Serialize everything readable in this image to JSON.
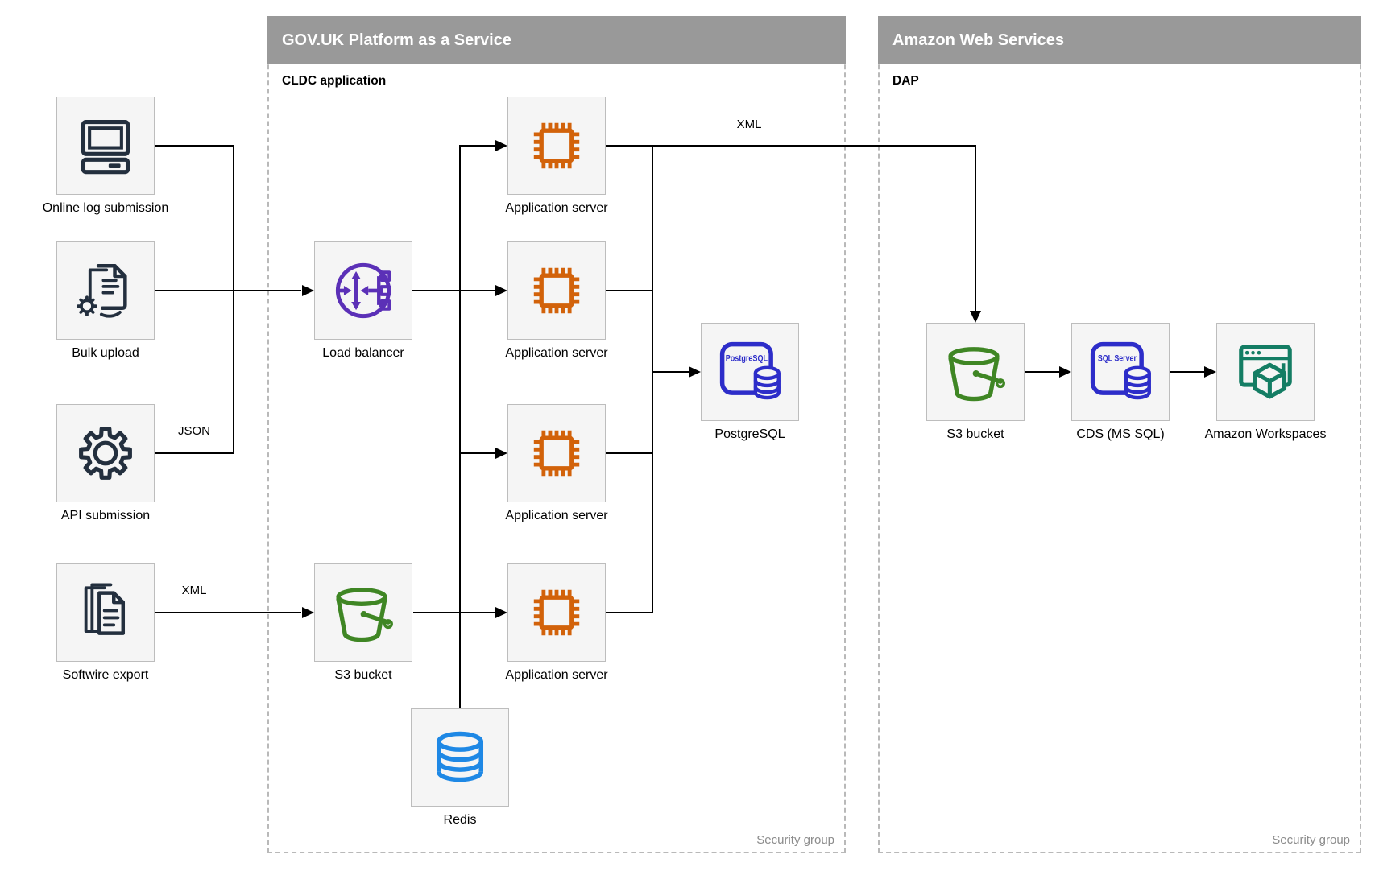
{
  "diagram": {
    "containers": [
      {
        "title": "GOV.UK Platform as a Service",
        "subtitle": "CLDC application",
        "footer": "Security group"
      },
      {
        "title": "Amazon Web Services",
        "subtitle": "DAP",
        "footer": "Security group"
      }
    ],
    "nodes": [
      {
        "id": "online-log-submission",
        "label": "Online log submission",
        "icon": "computer-icon"
      },
      {
        "id": "bulk-upload",
        "label": "Bulk upload",
        "icon": "document-gear-icon"
      },
      {
        "id": "api-submission",
        "label": "API submission",
        "icon": "gear-icon"
      },
      {
        "id": "softwire-export",
        "label": "Softwire export",
        "icon": "documents-stack-icon"
      },
      {
        "id": "load-balancer",
        "label": "Load balancer",
        "icon": "load-balancer-icon"
      },
      {
        "id": "s3-bucket-paas",
        "label": "S3 bucket",
        "icon": "s3-bucket-icon"
      },
      {
        "id": "application-server-1",
        "label": "Application server",
        "icon": "chip-icon"
      },
      {
        "id": "application-server-2",
        "label": "Application server",
        "icon": "chip-icon"
      },
      {
        "id": "application-server-3",
        "label": "Application server",
        "icon": "chip-icon"
      },
      {
        "id": "application-server-4",
        "label": "Application server",
        "icon": "chip-icon"
      },
      {
        "id": "postgresql",
        "label": "PostgreSQL",
        "icon": "postgresql-icon"
      },
      {
        "id": "redis",
        "label": "Redis",
        "icon": "redis-icon"
      },
      {
        "id": "s3-bucket-aws",
        "label": "S3 bucket",
        "icon": "s3-bucket-icon"
      },
      {
        "id": "cds-ms-sql",
        "label": "CDS (MS SQL)",
        "icon": "sql-server-icon"
      },
      {
        "id": "amazon-workspaces",
        "label": "Amazon Workspaces",
        "icon": "workspaces-icon"
      }
    ],
    "edge_labels": [
      {
        "id": "json-label",
        "text": "JSON"
      },
      {
        "id": "xml-left-label",
        "text": "XML"
      },
      {
        "id": "xml-top-label",
        "text": "XML"
      }
    ],
    "icon_texts": {
      "postgresql": "PostgreSQL",
      "sql_server": "SQL Server"
    }
  },
  "colors": {
    "header-gray": "#999999",
    "icon-navy": "#232f3e",
    "icon-orange": "#d2620a",
    "icon-purple": "#5b30b7",
    "icon-green": "#3f8624",
    "icon-indigo": "#2d2dc9",
    "icon-blue": "#1e88e5",
    "icon-teal": "#147d64",
    "edge-black": "#000000"
  }
}
